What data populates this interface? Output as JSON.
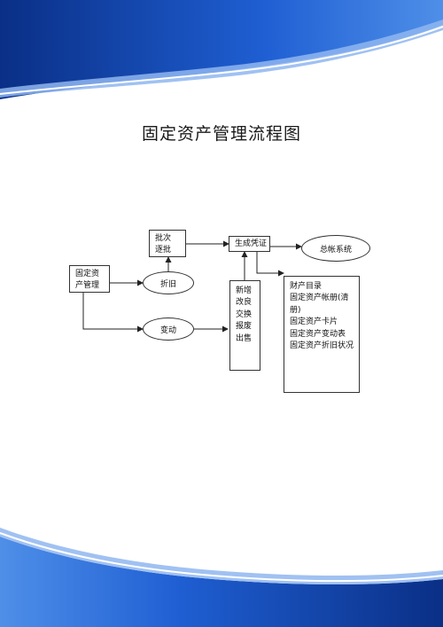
{
  "page": {
    "title": "固定资产管理流程图"
  },
  "diagram": {
    "fixed_asset_mgmt": [
      "固定资",
      "产管理"
    ],
    "batch_approval": [
      "批次",
      "逐批"
    ],
    "depreciation": "折旧",
    "change": "变动",
    "voucher": "生成凭证",
    "ledger_system": "总帐系统",
    "change_types": [
      "新增",
      "改良",
      "交换",
      "报废",
      "出售"
    ],
    "outputs": [
      "财产目录",
      "固定资产帐册(清册)",
      "固定资产卡片",
      "固定资产变动表",
      "固定资产折旧状况"
    ]
  },
  "colors": {
    "wave_dark": "#0b3a9c",
    "wave_mid": "#1e5fd0",
    "wave_light": "#4f8fe8",
    "line": "#222222"
  }
}
